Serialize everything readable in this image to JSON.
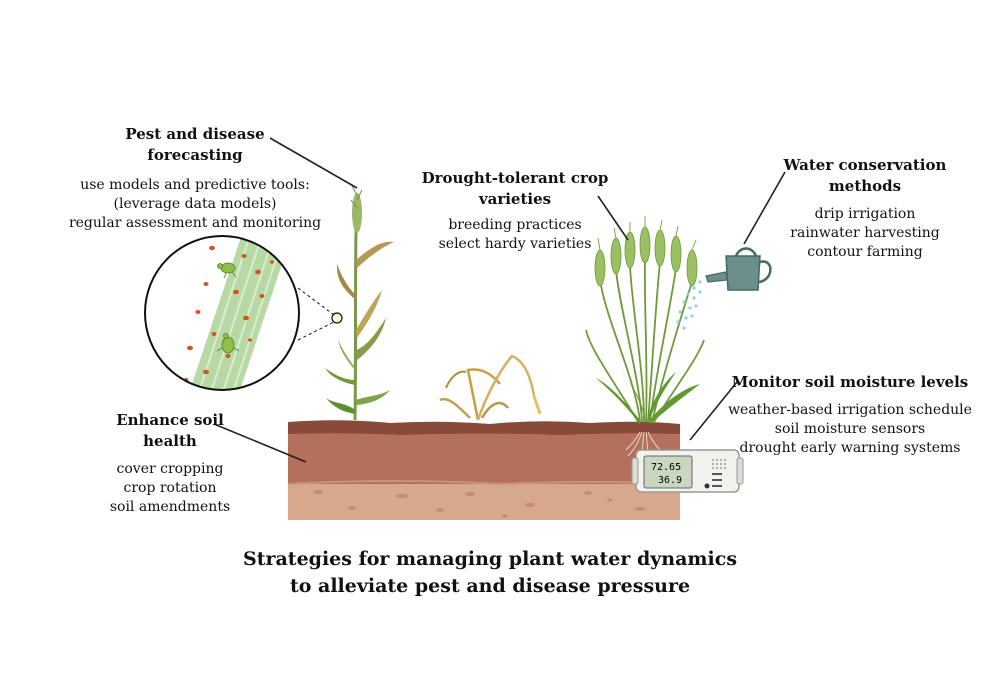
{
  "pest": {
    "title": [
      "Pest and disease",
      "forecasting"
    ],
    "items": [
      "use models and predictive tools:",
      "(leverage data models)",
      "regular assessment and monitoring"
    ]
  },
  "drought": {
    "title": [
      "Drought-tolerant crop",
      "varieties"
    ],
    "items": [
      "breeding practices",
      "select hardy varieties"
    ]
  },
  "water": {
    "title": [
      "Water conservation",
      "methods"
    ],
    "items": [
      "drip irrigation",
      "rainwater harvesting",
      "contour farming"
    ]
  },
  "moisture": {
    "title": [
      "Monitor soil moisture levels"
    ],
    "items": [
      "weather-based irrigation schedule",
      "soil moisture sensors",
      "drought early warning systems"
    ]
  },
  "soil": {
    "title": [
      "Enhance soil",
      "health"
    ],
    "items": [
      "cover cropping",
      "crop rotation",
      "soil amendments"
    ]
  },
  "sensor": {
    "line1": "72.65",
    "line2": "36.9"
  },
  "caption": [
    "Strategies for managing plant water dynamics",
    "to alleviate pest and disease pressure"
  ],
  "colors": {
    "soil_top": "#8a4a3a",
    "soil_mid": "#b4705a",
    "soil_low": "#d7a58a",
    "wheat_green": "#8fae5a",
    "wheat_dry": "#c8a040",
    "can": "#6b8e8a",
    "water_drop": "#8fd0ec",
    "lesion": "#d0561e",
    "leaf_zoom": "#b8d9a4"
  }
}
